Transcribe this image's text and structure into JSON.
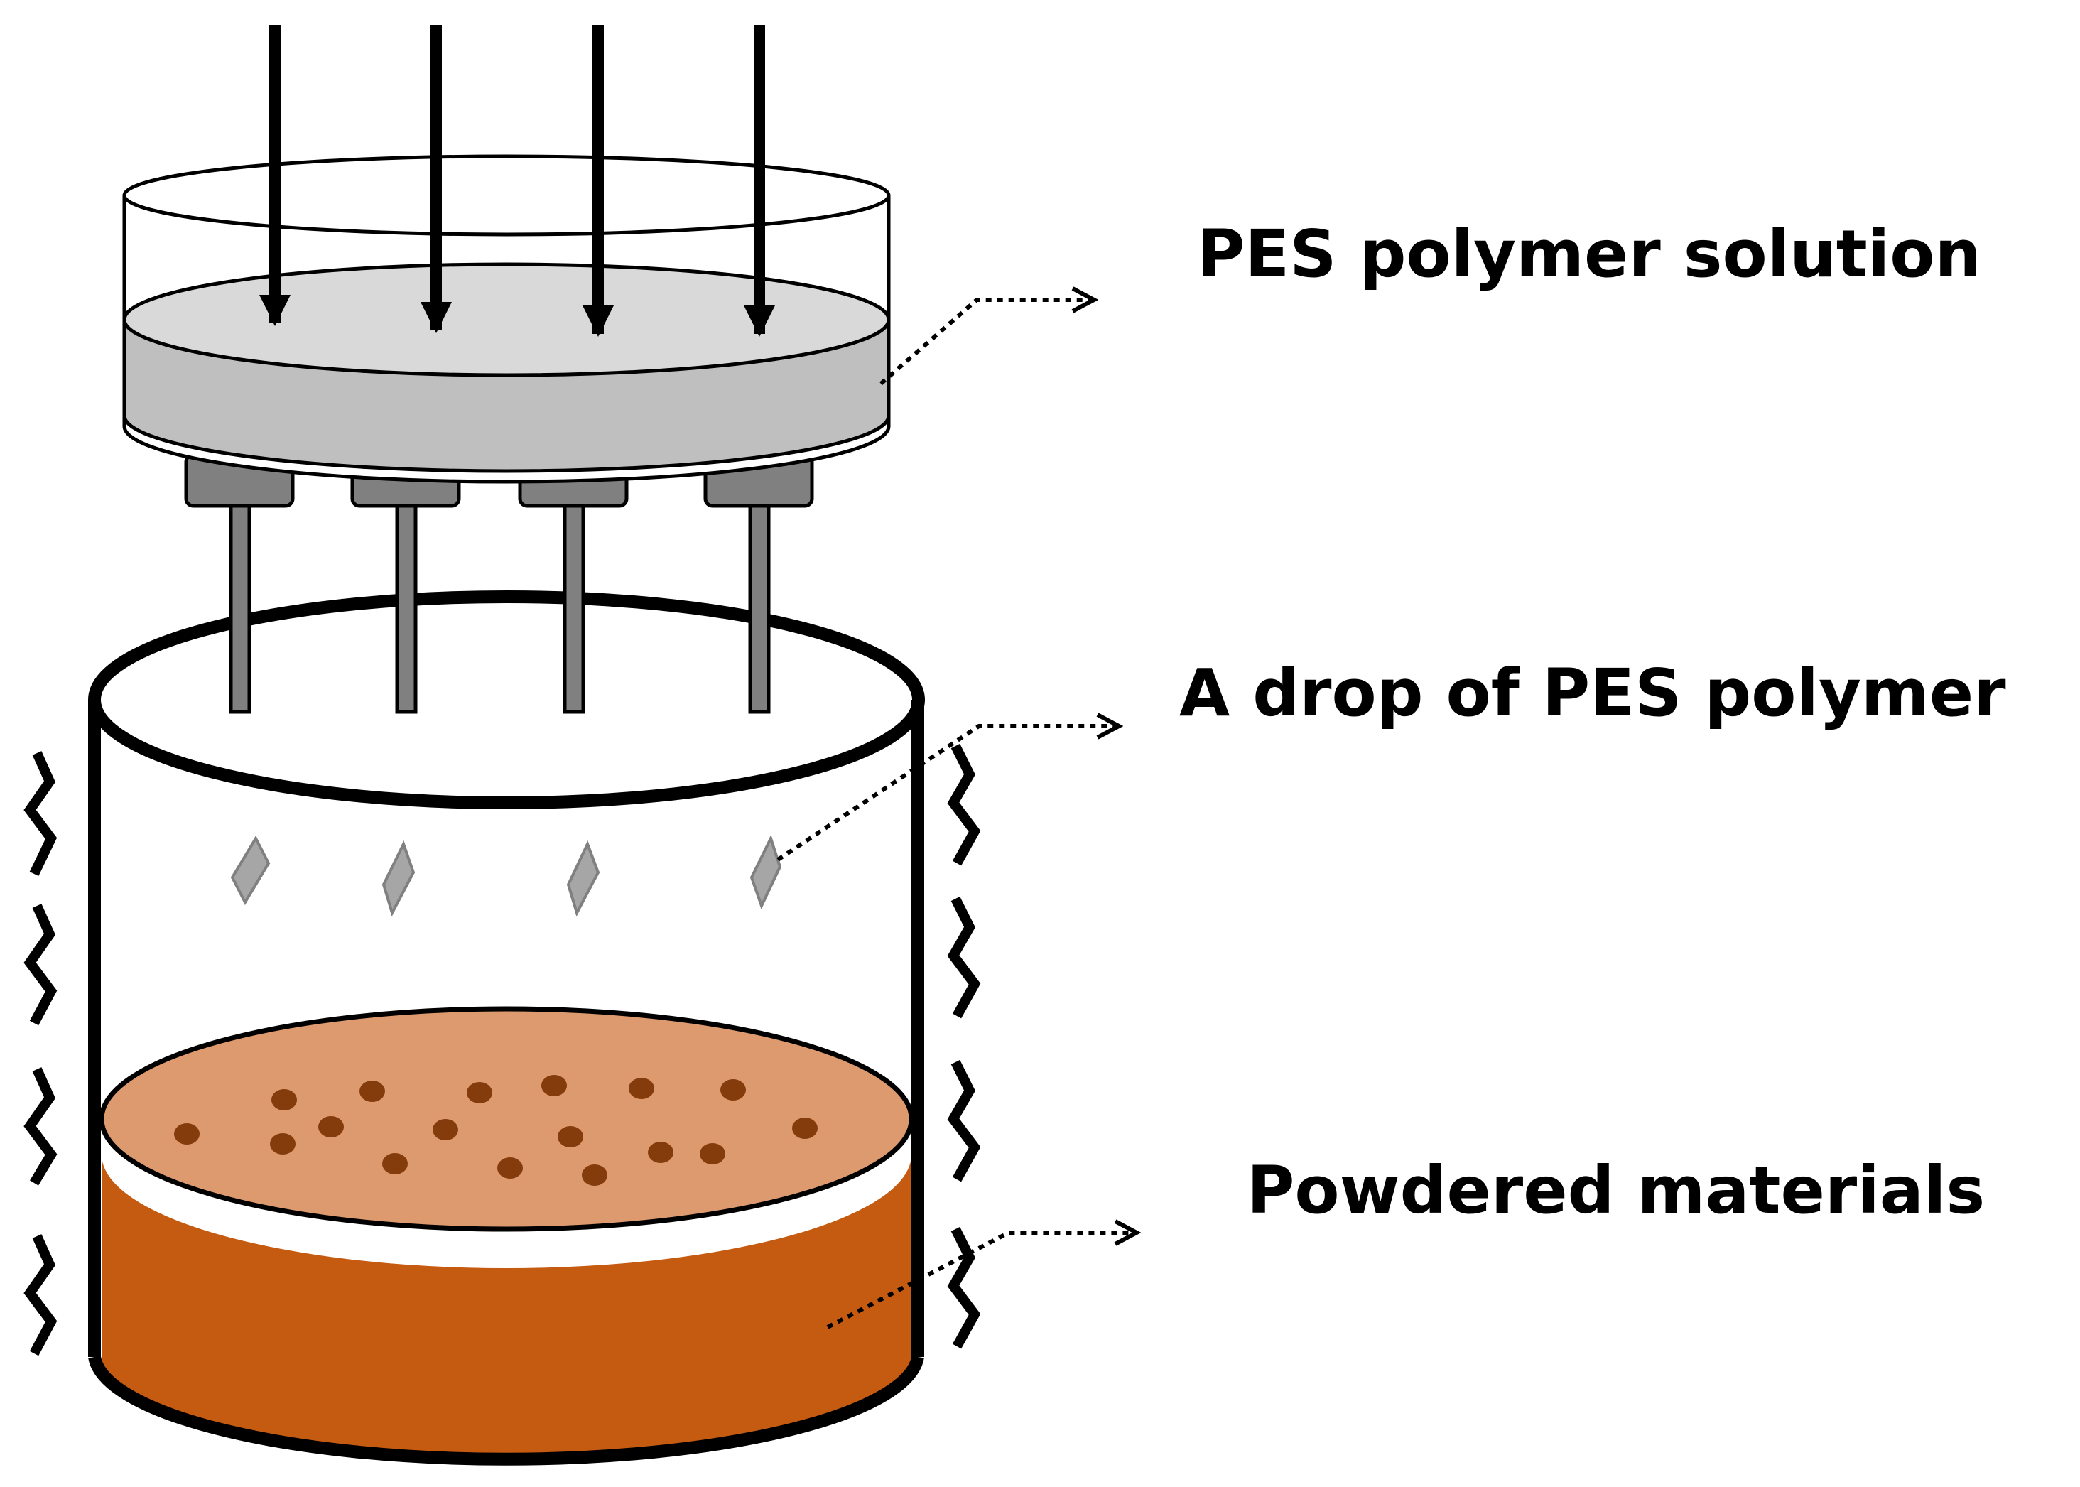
{
  "labels": {
    "solution": "PES polymer solution",
    "drop": "A drop of PES polymer",
    "powder": "Powdered materials"
  },
  "colors": {
    "ink": "#000000",
    "solution_top": "#d9d9d9",
    "solution_side": "#bfbfbf",
    "nozzle": "#808080",
    "drop": "#a6a6a6",
    "powder_surface": "#dd9a6e",
    "powder_body": "#c55a11",
    "particle": "#843c0c"
  }
}
